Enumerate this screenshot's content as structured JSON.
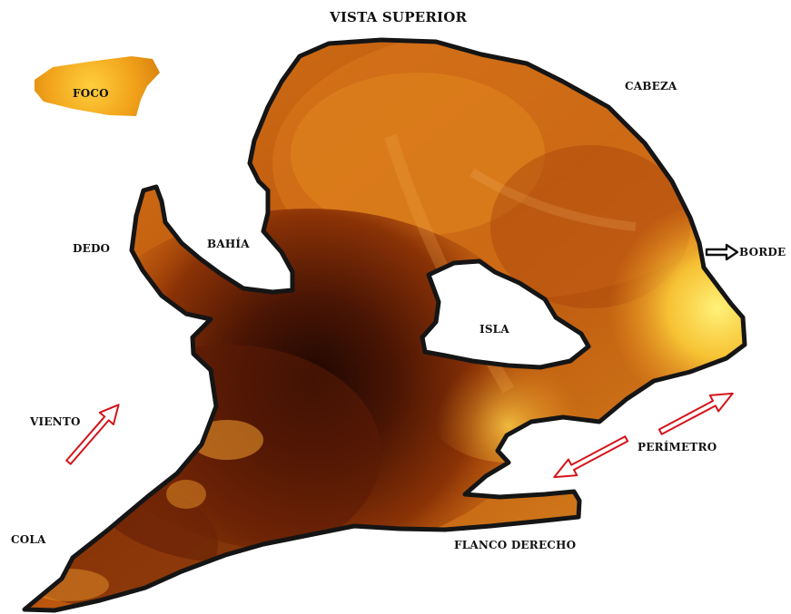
{
  "title": "VISTA SUPERIOR",
  "labels": {
    "foco": "FOCO",
    "cabeza": "CABEZA",
    "dedo": "DEDO",
    "bahia": "BAHÍA",
    "borde": "BORDE",
    "isla": "ISLA",
    "viento": "VIENTO",
    "perimetro": "PERÍMETRO",
    "cola": "COLA",
    "flanco_derecho": "FLANCO DERECHO"
  },
  "colors": {
    "fire_dark": "#2a0a02",
    "fire_mid": "#b84d09",
    "fire_light": "#e58a1c",
    "fire_hot": "#ffe44a",
    "outline": "#151515",
    "arrow_red": "#d4141a",
    "foco_fill": "#f3a01a"
  }
}
